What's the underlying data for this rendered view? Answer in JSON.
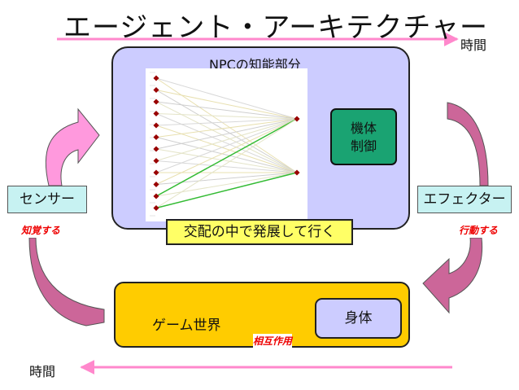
{
  "title": "エージェント・アーキテクチャー",
  "time_top": "時間",
  "time_bottom": "時間",
  "npc": {
    "label": "NPCの知能部分",
    "machine_control": [
      "機体",
      "制御"
    ],
    "develop_label": "交配の中で発展して行く"
  },
  "sensor": {
    "label": "センサー",
    "action": "知覚する"
  },
  "effector": {
    "label": "エフェクター",
    "action": "行動する"
  },
  "game": {
    "label": "ゲーム世界",
    "body_label": "身体",
    "interaction": "相互作用"
  },
  "colors": {
    "time_arrow": "#ff88cc",
    "npc_box": "#ccccff",
    "machine_box": "#1aa372",
    "develop_box": "#ffff66",
    "sensor_box": "#c7f2f2",
    "game_box": "#ffcc00",
    "body_box": "#ccccff",
    "cycle_arrow_left": "#ff99dd",
    "cycle_arrow_right": "#cc6699",
    "burst": "#ffff00",
    "network_node": "#990000",
    "action_text": "#ee0000"
  }
}
